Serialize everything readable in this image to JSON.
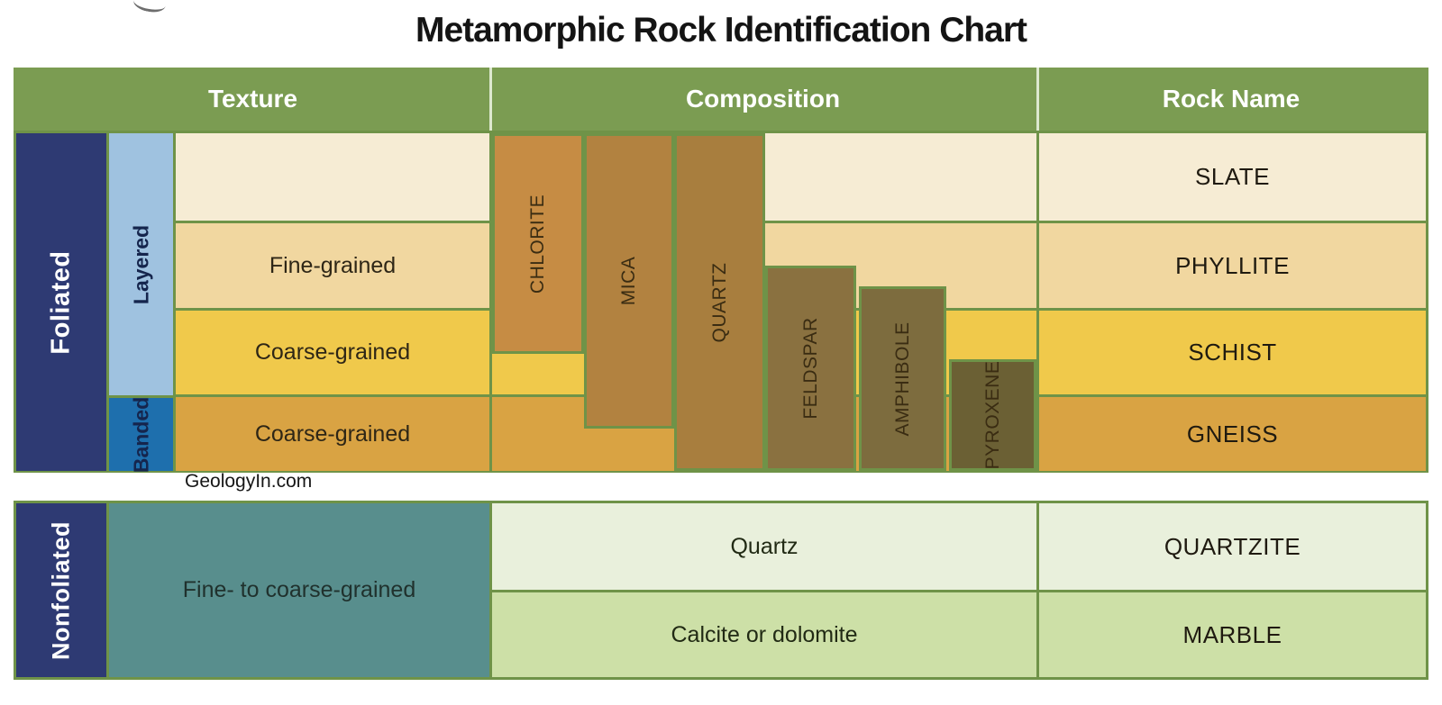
{
  "title": "Metamorphic Rock Identification Chart",
  "watermark": "GeologyIn.com",
  "headers": {
    "texture": "Texture",
    "composition": "Composition",
    "rock_name": "Rock Name"
  },
  "foliated": {
    "group_label": "Foliated",
    "subgroups": {
      "layered": "Layered",
      "banded": "Banded"
    },
    "rows": [
      {
        "texture_label": "",
        "rock_name": "SLATE"
      },
      {
        "texture_label": "Fine-grained",
        "rock_name": "PHYLLITE"
      },
      {
        "texture_label": "Coarse-grained",
        "rock_name": "SCHIST"
      },
      {
        "texture_label": "Coarse-grained",
        "rock_name": "GNEISS"
      }
    ],
    "minerals": [
      "CHLORITE",
      "MICA",
      "QUARTZ",
      "FELDSPAR",
      "AMPHIBOLE",
      "PYROXENE"
    ]
  },
  "nonfoliated": {
    "group_label": "Nonfoliated",
    "texture_label": "Fine- to coarse-grained",
    "rows": [
      {
        "composition_label": "Quartz",
        "rock_name": "QUARTZITE"
      },
      {
        "composition_label": "Calcite or dolomite",
        "rock_name": "MARBLE"
      }
    ]
  },
  "colors": {
    "border_green": "#6f9348",
    "header_green": "#7b9c52",
    "header_divider": "#dde8cf",
    "navy": "#2e3a73",
    "layered_blue": "#9fc2e0",
    "banded_blue": "#1e6fad",
    "row_cream": "#f6ecd4",
    "row_tan": "#f1d7a0",
    "row_yellow": "#f0c94b",
    "row_orange": "#d9a343",
    "chlorite": "#c68c44",
    "mica": "#b28240",
    "quartz": "#a87e3e",
    "feldspar": "#8a7140",
    "amphibole": "#7d6c3e",
    "pyroxene": "#6b6034",
    "teal": "#588e8d",
    "quartzite_green": "#e9f0dc",
    "marble_green": "#cde0a7"
  }
}
